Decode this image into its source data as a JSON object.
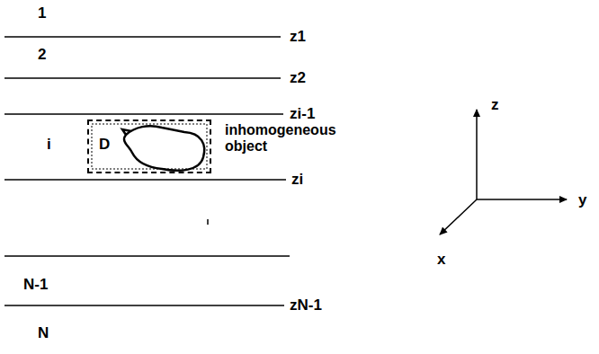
{
  "diagram": {
    "nodes": [
      {
        "text": [
          "D",
          "inhomogeneous object"
        ]
      }
    ],
    "labels": [
      "1",
      "z1",
      "2",
      "z2",
      "zi-1",
      "i",
      "zi",
      "N-1",
      "zN-1",
      "N",
      "z",
      "y",
      "x"
    ]
  }
}
